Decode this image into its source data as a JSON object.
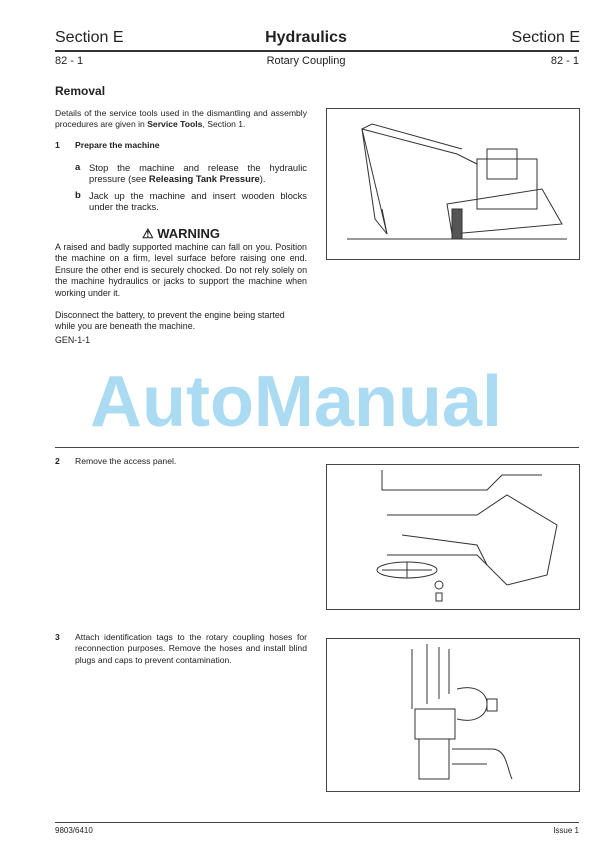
{
  "header": {
    "section_left": "Section E",
    "title": "Hydraulics",
    "section_right": "Section E",
    "page_left": "82 - 1",
    "subtitle": "Rotary Coupling",
    "page_right": "82 - 1"
  },
  "removal": {
    "heading": "Removal",
    "intro_pre": "Details of the service tools used in the dismantling and assembly procedures are given in ",
    "intro_bold": "Service Tools",
    "intro_post": ", Section 1.",
    "step1_num": "1",
    "step1_title": "Prepare the machine",
    "step1a_letter": "a",
    "step1a_pre": "Stop the machine and release the hydraulic pressure (see ",
    "step1a_bold": "Releasing Tank Pressure",
    "step1a_post": ").",
    "step1b_letter": "b",
    "step1b": "Jack up the machine and insert wooden blocks under the tracks.",
    "warning_title": "WARNING",
    "warning_text": "A raised and badly supported machine can fall on you. Position the machine on a firm, level surface before raising one end. Ensure the other end is securely chocked. Do not rely solely on the machine hydraulics or jacks to support the machine when working under it.",
    "warning_text2": "Disconnect the battery, to prevent the engine being started while you are beneath the machine.",
    "warning_code": "GEN-1-1",
    "step2_num": "2",
    "step2": "Remove the access panel.",
    "step3_num": "3",
    "step3": "Attach identification tags to the rotary coupling hoses for reconnection purposes.  Remove the hoses and install blind plugs and caps to prevent contamination."
  },
  "watermark": "AutoManual",
  "footer": {
    "left": "9803/6410",
    "right": "Issue 1"
  }
}
